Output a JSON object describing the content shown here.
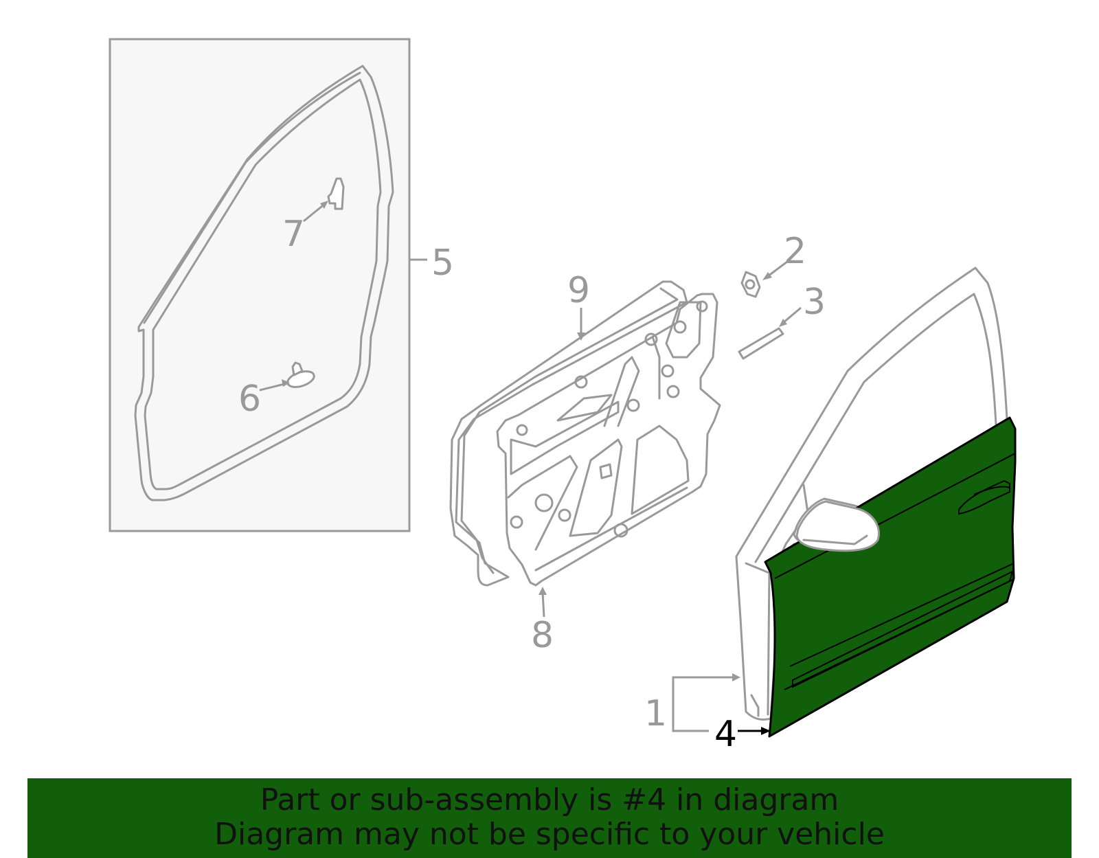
{
  "callouts": {
    "c1": "1",
    "c2": "2",
    "c3": "3",
    "c4": "4",
    "c5": "5",
    "c6": "6",
    "c7": "7",
    "c8": "8",
    "c9": "9"
  },
  "banner": {
    "line1": "Part or sub-assembly is #4 in diagram",
    "line2": "Diagram may not be specific to your vehicle"
  },
  "colors": {
    "highlight": "#115e0b",
    "banner_bg": "#115e0b",
    "line_gray": "#999999"
  }
}
